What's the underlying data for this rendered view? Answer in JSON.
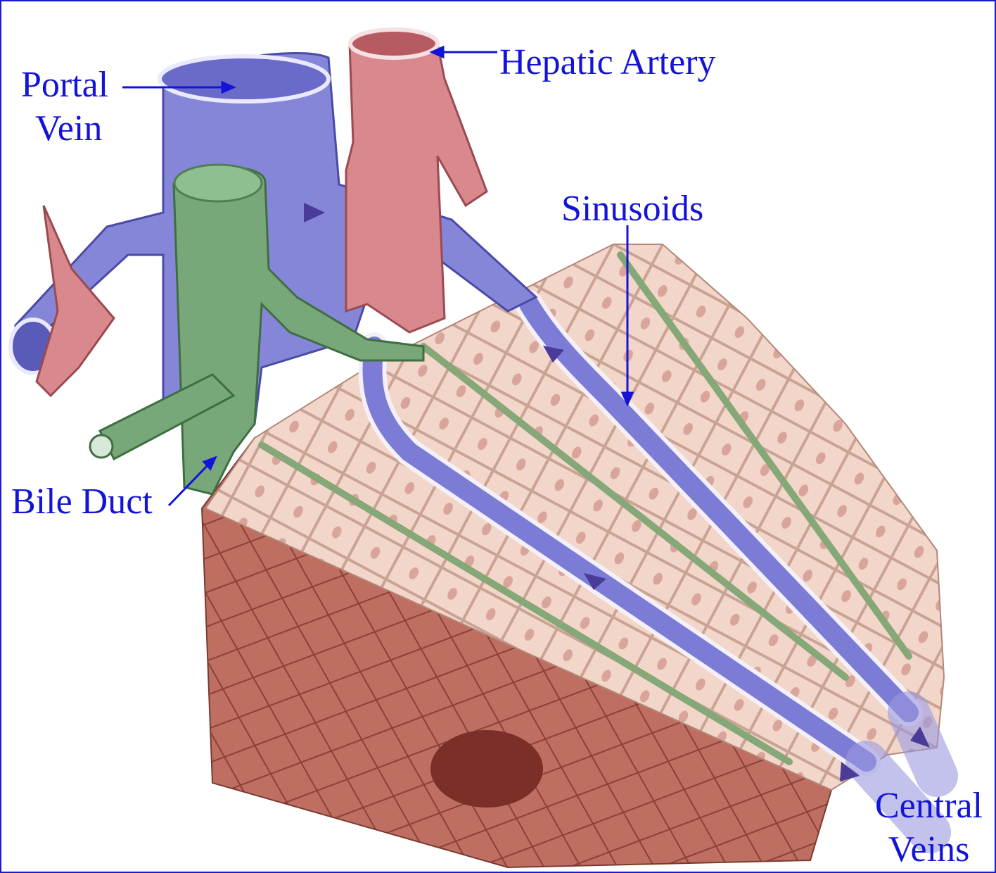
{
  "colors": {
    "label_text": "#1414d8",
    "border": "#1a1ad0",
    "portal_vein": "#8585d6",
    "hepatic_artery": "#d98a8e",
    "bile_duct": "#7aa87a",
    "hepatocyte": "#f2d3c6",
    "liver_tissue": "#b66a5e"
  },
  "labels": {
    "portal_vein": [
      "Portal",
      "Vein"
    ],
    "hepatic_artery": "Hepatic Artery",
    "sinusoids": "Sinusoids",
    "bile_duct": "Bile Duct",
    "central_veins": [
      "Central",
      "Veins"
    ]
  }
}
